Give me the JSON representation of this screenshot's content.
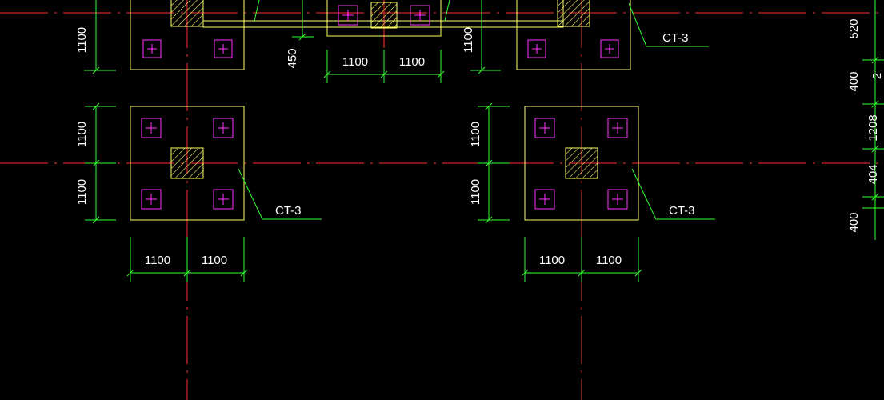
{
  "colors": {
    "background": "#000000",
    "axis": "#ff2b2b",
    "cap_outline": "#ffff66",
    "pile": "#ff33ff",
    "dimension": "#33ff33",
    "leader": "#33ff33",
    "text": "#ffffff",
    "column_hatch": "#ffff66"
  },
  "caps": {
    "top_left": {
      "label": "",
      "dims_vertical": [
        "1100"
      ]
    },
    "top_center": {
      "dims_horizontal": [
        "1100",
        "1100"
      ],
      "dims_vertical": [
        "450"
      ]
    },
    "top_right": {
      "label": "CT-3",
      "dims_vertical": [
        "1100"
      ]
    },
    "bottom_left": {
      "label": "CT-3",
      "dims_vertical": [
        "1100",
        "1100"
      ],
      "dims_horizontal": [
        "1100",
        "1100"
      ]
    },
    "bottom_right": {
      "label": "CT-3",
      "dims_vertical": [
        "1100",
        "1100"
      ],
      "dims_horizontal": [
        "1100",
        "1100"
      ]
    }
  },
  "right_edge_dims": [
    "520",
    "2",
    "400",
    "1208",
    "404",
    "400"
  ]
}
